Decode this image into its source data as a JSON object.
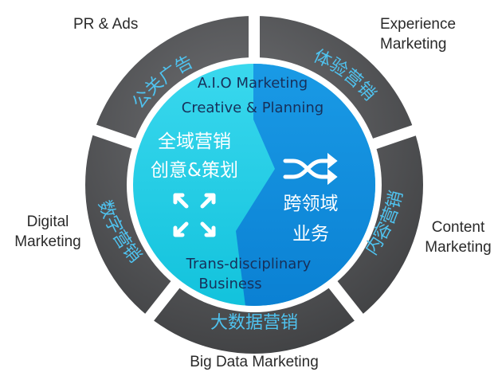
{
  "outer_labels": {
    "pr_ads": "PR & Ads",
    "experience": [
      "Experience",
      "Marketing"
    ],
    "digital": [
      "Digital",
      "Marketing"
    ],
    "content": [
      "Content",
      "Marketing"
    ],
    "big_data": "Big Data Marketing"
  },
  "ring_labels": {
    "gongguan": "公关广告",
    "tiyan": "体验营销",
    "shuzi": "数字营销",
    "neirong": "内容营销",
    "dashuju": "大数据营销"
  },
  "center": {
    "aio_line1": "A.I.O Marketing",
    "aio_line2": "Creative & Planning",
    "cn_line1": "全域营销",
    "cn_line2": "创意&策划",
    "trans_cn_line1": "跨领域",
    "trans_cn_line2": "业务",
    "trans_line1": "Trans-disciplinary",
    "trans_line2": "Business"
  },
  "icons": {
    "expand": "expand-arrows-icon",
    "shuffle": "shuffle-icon"
  },
  "colors": {
    "ring": "#4b4c4e",
    "ring_highlight": "#6a6b6e",
    "cyan": "#1fd0e8",
    "blue": "#0d8fe0",
    "ring_text": "#4fc3f0",
    "navy_text": "#17305a"
  }
}
